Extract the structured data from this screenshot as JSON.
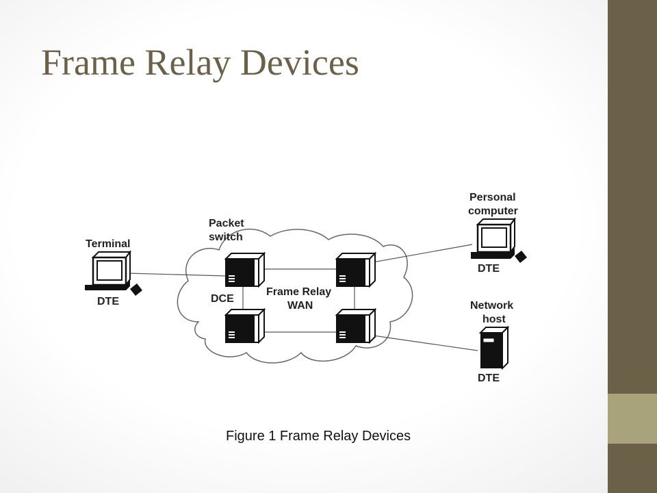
{
  "slide": {
    "title": "Frame Relay Devices",
    "caption": "Figure 1 Frame Relay Devices"
  },
  "diagram": {
    "labels": {
      "terminal": "Terminal",
      "terminal_role": "DTE",
      "packet_switch_line1": "Packet",
      "packet_switch_line2": "switch",
      "dce": "DCE",
      "wan_line1": "Frame Relay",
      "wan_line2": "WAN",
      "pc_line1": "Personal",
      "pc_line2": "computer",
      "pc_role": "DTE",
      "host_line1": "Network",
      "host_line2": "host",
      "host_role": "DTE"
    },
    "icons": [
      "terminal-icon",
      "packet-switch-icon",
      "personal-computer-icon",
      "network-host-icon",
      "cloud-icon"
    ]
  },
  "colors": {
    "title": "#6b6148",
    "sidebar_dark": "#6b6149",
    "sidebar_light": "#a9a37c"
  }
}
